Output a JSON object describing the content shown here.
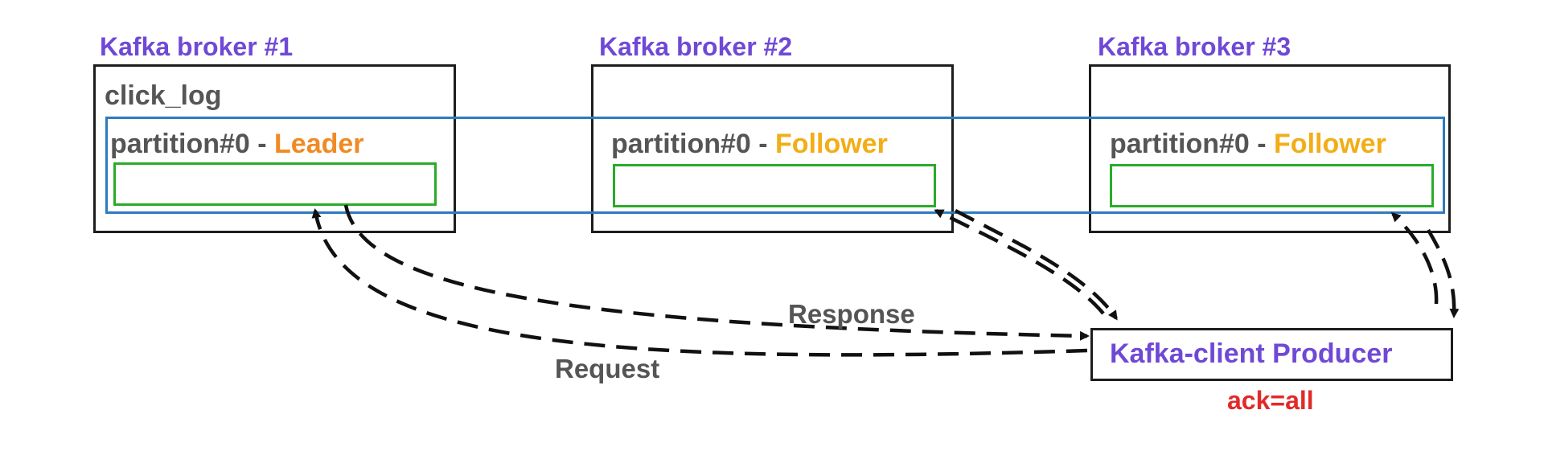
{
  "brokers": [
    {
      "title": "Kafka broker #1",
      "topic": "click_log",
      "partition": "partition#0 - ",
      "role": "Leader"
    },
    {
      "title": "Kafka broker #2",
      "partition": "partition#0 - ",
      "role": "Follower"
    },
    {
      "title": "Kafka broker #3",
      "partition": "partition#0 - ",
      "role": "Follower"
    }
  ],
  "flows": {
    "response": "Response",
    "request": "Request"
  },
  "producer": {
    "label": "Kafka-client Producer",
    "ack": "ack=all"
  },
  "colors": {
    "broker_title": "#6f49d6",
    "leader": "#f08a24",
    "follower": "#f2ad17",
    "partition_outline": "#2c7bbf",
    "replica_outline": "#2aab2a",
    "ack": "#e12a2a"
  }
}
